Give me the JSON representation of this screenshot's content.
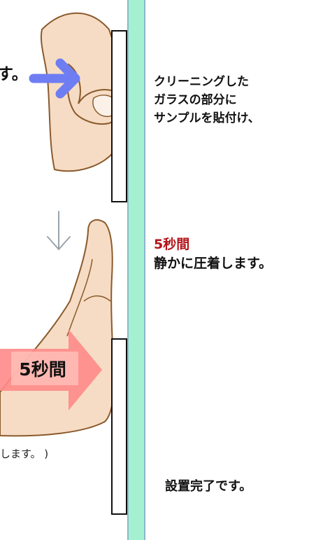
{
  "steps": {
    "step1": {
      "label": "す。",
      "caption_lines": [
        "クリーニングした",
        "ガラスの部分に",
        "サンプルを貼付け、"
      ]
    },
    "step2": {
      "accent": "5秒間",
      "caption": "静かに圧着します。",
      "badge": "5秒間",
      "note": "します。 )"
    },
    "step3": {
      "caption": "設置完了です。"
    }
  },
  "colors": {
    "glass_fill": "#a6f0d2",
    "glass_edge": "#8bb7ce",
    "skin_fill": "#f6dcc4",
    "skin_outline": "#8a5a2c",
    "blue_arrow": "#6f7df3",
    "pink_arrow": "#ff8a8a",
    "accent_red": "#b3141a",
    "down_arrow": "#9aa4ad"
  },
  "icons": [
    "blue-push-arrow-icon",
    "down-arrow-icon",
    "pink-arrow-icon"
  ]
}
